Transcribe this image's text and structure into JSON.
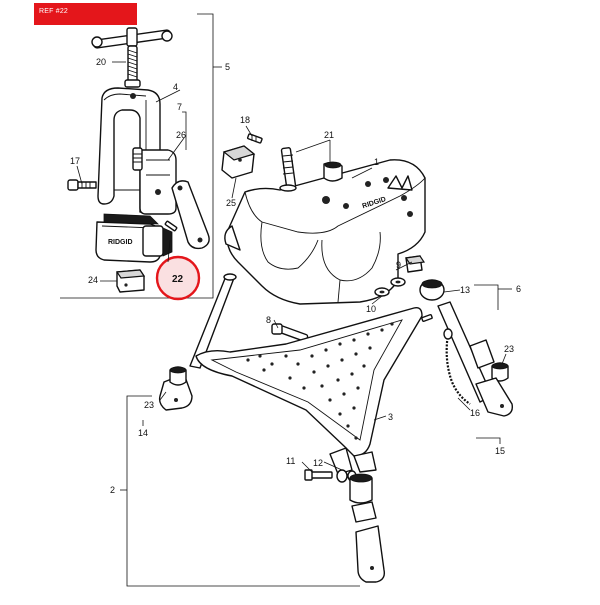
{
  "banner": {
    "text": "REF #22",
    "color": "#e4161b"
  },
  "highlight": {
    "label": "22",
    "color": "#e4161b",
    "fill": "#f6c6c8"
  },
  "callouts": {
    "p1": "1",
    "p2": "2",
    "p3": "3",
    "p4": "4",
    "p5": "5",
    "p6": "6",
    "p7": "7",
    "p8": "8",
    "p9": "9",
    "p10": "10",
    "p11": "11",
    "p12": "12",
    "p13": "13",
    "p14": "14",
    "p15": "15",
    "p16": "16",
    "p17": "17",
    "p18": "18",
    "p20": "20",
    "p21": "21",
    "p23a": "23",
    "p23b": "23",
    "p24": "24",
    "p25": "25",
    "p26": "26"
  },
  "brand": {
    "mark": "RIDGID"
  }
}
